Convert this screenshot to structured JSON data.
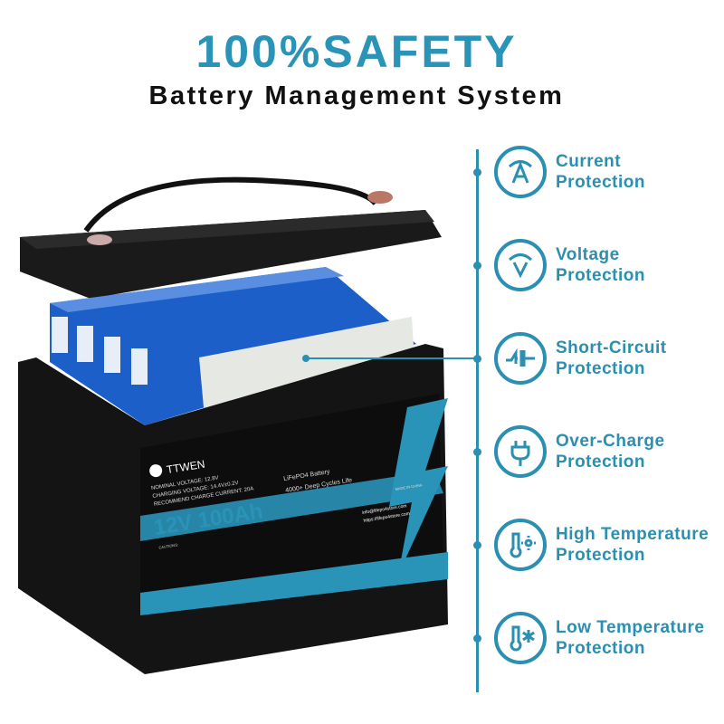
{
  "header": {
    "title": "100%SAFETY",
    "subtitle": "Battery Management System"
  },
  "accent_color": "#2a8fb0",
  "features": [
    {
      "icon": "ammeter-icon",
      "line1": "Current",
      "line2": "Protection"
    },
    {
      "icon": "voltmeter-icon",
      "line1": "Voltage",
      "line2": "Protection"
    },
    {
      "icon": "short-circuit-icon",
      "line1": "Short-Circuit",
      "line2": "Protection"
    },
    {
      "icon": "plug-icon",
      "line1": "Over-Charge",
      "line2": "Protection"
    },
    {
      "icon": "thermometer-sun-icon",
      "line1": "High Temperature",
      "line2": "Protection"
    },
    {
      "icon": "thermometer-snowflake-icon",
      "line1": "Low Temperature",
      "line2": "Protection"
    }
  ],
  "battery_label": {
    "brand": "TTWEN",
    "nominal": "NOMINAL VOLTAGE: 12.8V",
    "charging": "CHARGING VOLTAGE: 14.4V±0.2V",
    "current": "RECOMMEND CHARGE CURRENT: 20A",
    "model": "12V 100Ah",
    "chem": "LiFePO4 Battery",
    "cycles": "4000+ Deep Cycles Life",
    "made": "MADE IN CHINA",
    "email": "info@lifepo4store.com",
    "web": "https://lifepo4store.com",
    "caution": "CAUTIONS:"
  }
}
